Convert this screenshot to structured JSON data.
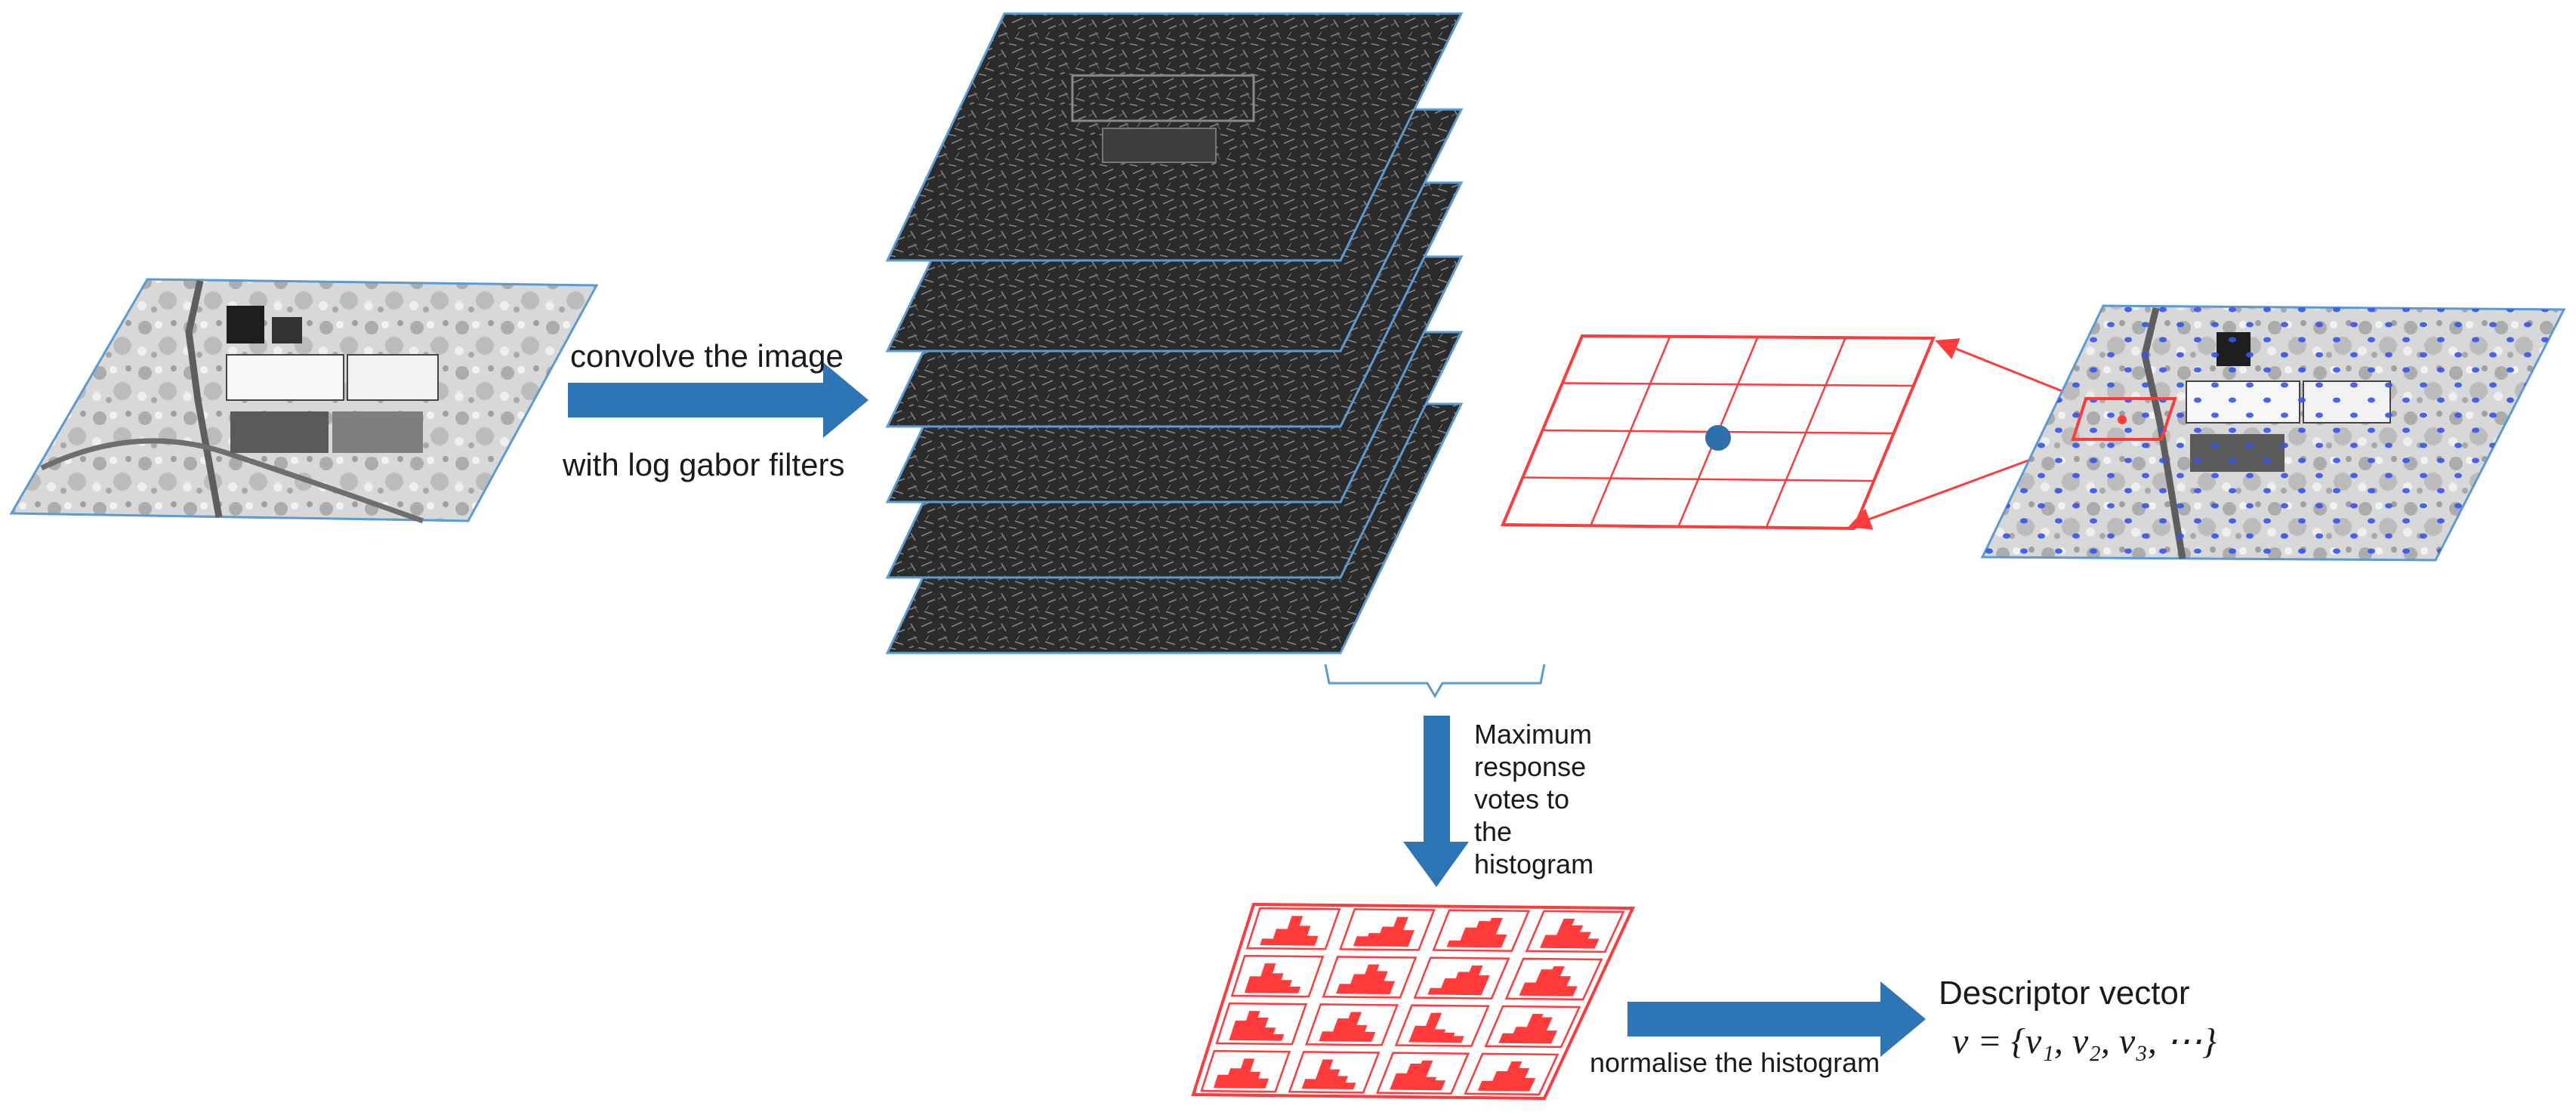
{
  "labels": {
    "convolve_line1": "convolve the image",
    "convolve_line2": "with log gabor filters",
    "max_response_lines": [
      "Maximum",
      "response",
      "votes to",
      "the",
      "histogram"
    ],
    "normalise": "normalise the histogram",
    "descriptor_title": "Descriptor vector",
    "descriptor_formula": "v = {v₁, v₂, v₃, ⋯}"
  },
  "colors": {
    "arrow_blue": "#2e75b6",
    "frame_blue": "#5b9bd5",
    "highlight_red": "#ff3b3b",
    "keypoint_blue": "#3355ee",
    "dark_filter": "#2a2a2a"
  },
  "filter_stack_count": 6,
  "grid": {
    "rows": 4,
    "cols": 4
  }
}
